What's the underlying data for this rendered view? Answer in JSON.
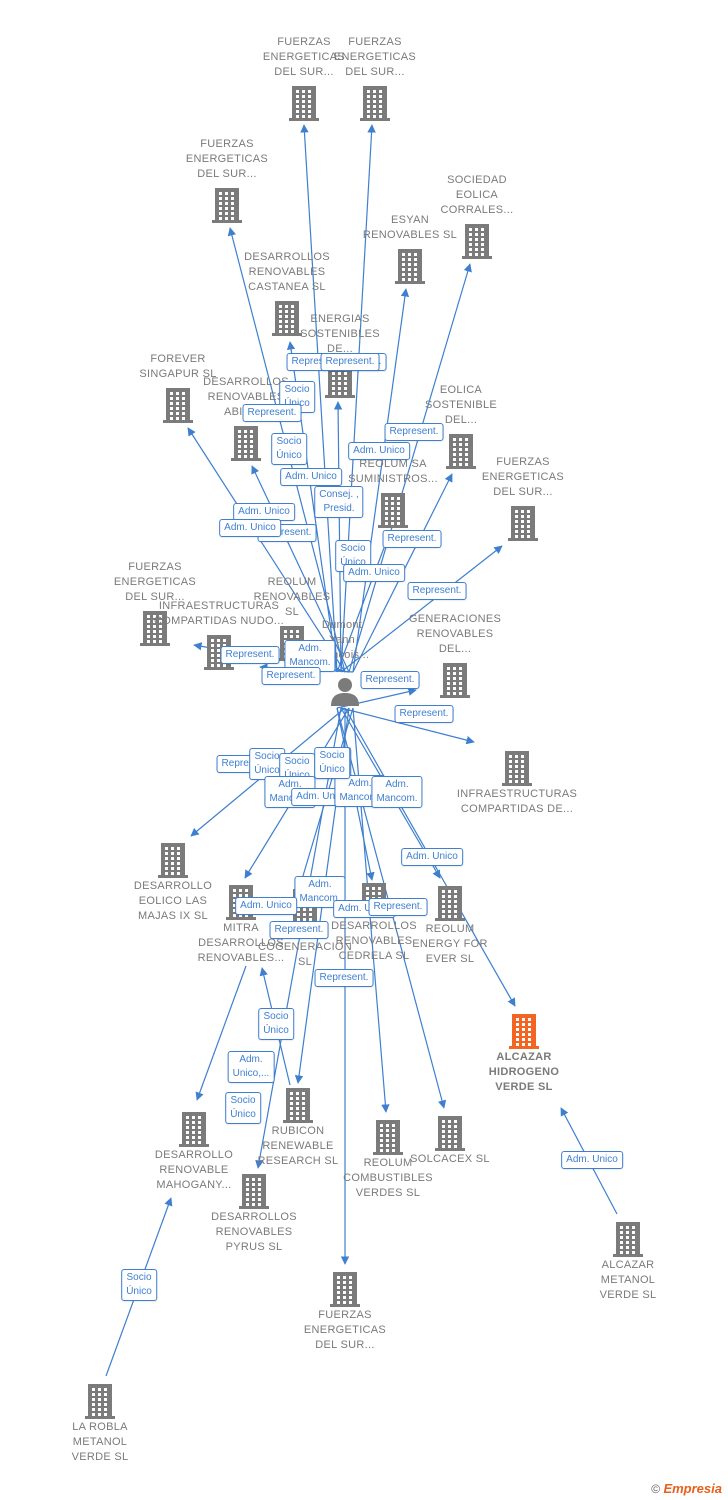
{
  "colors": {
    "edge": "#3e7fd0",
    "building": "#7b7b7b",
    "focus_building": "#f26522",
    "label": "#7a7a7a"
  },
  "center": {
    "label": "Dumont Yann Francois..."
  },
  "nodes": [
    {
      "id": "n1",
      "label": "FUERZAS ENERGETICAS DEL SUR..."
    },
    {
      "id": "n2",
      "label": "FUERZAS ENERGETICAS DEL SUR..."
    },
    {
      "id": "n3",
      "label": "FUERZAS ENERGETICAS DEL SUR..."
    },
    {
      "id": "n4",
      "label": "SOCIEDAD EOLICA CORRALES..."
    },
    {
      "id": "n5",
      "label": "ESYAN RENOVABLES SL"
    },
    {
      "id": "n6",
      "label": "DESARROLLOS RENOVABLES CASTANEA SL"
    },
    {
      "id": "n7",
      "label": "ENERGIAS SOSTENIBLES DE..."
    },
    {
      "id": "n8",
      "label": "FOREVER SINGAPUR SL"
    },
    {
      "id": "n9",
      "label": "DESARROLLOS RENOVABLES ABIES..."
    },
    {
      "id": "n10",
      "label": "EOLICA SOSTENIBLE DEL..."
    },
    {
      "id": "n11",
      "label": "REOLUM SA SUMINISTROS..."
    },
    {
      "id": "n12",
      "label": "FUERZAS ENERGETICAS DEL SUR..."
    },
    {
      "id": "n13",
      "label": "REOLUM RENOVABLES SL"
    },
    {
      "id": "n14",
      "label": "FUERZAS ENERGETICAS DEL SUR..."
    },
    {
      "id": "n15",
      "label": "INFRAESTRUCTURAS COMPARTIDAS NUDO..."
    },
    {
      "id": "n16",
      "label": "GENERACIONES RENOVABLES DEL..."
    },
    {
      "id": "n17",
      "label": "INFRAESTRUCTURAS COMPARTIDAS DE..."
    },
    {
      "id": "n18",
      "label": "DESARROLLO EOLICO LAS MAJAS IX SL"
    },
    {
      "id": "n19",
      "label": "MITRA DESARROLLOS RENOVABLES..."
    },
    {
      "id": "n20",
      "label": "REOLUM COGENERACION SL"
    },
    {
      "id": "n21",
      "label": "DESARROLLOS RENOVABLES CEDRELA SL"
    },
    {
      "id": "n22",
      "label": "REOLUM ENERGY FOR EVER SL"
    },
    {
      "id": "n23",
      "label": "ALCAZAR HIDROGENO VERDE SL"
    },
    {
      "id": "n24",
      "label": "DESARROLLO RENOVABLE MAHOGANY..."
    },
    {
      "id": "n25",
      "label": "RUBICON RENEWABLE RESEARCH SL"
    },
    {
      "id": "n26",
      "label": "REOLUM COMBUSTIBLES VERDES SL"
    },
    {
      "id": "n27",
      "label": "SOLCACEX SL"
    },
    {
      "id": "n28",
      "label": "DESARROLLOS RENOVABLES PYRUS SL"
    },
    {
      "id": "n29",
      "label": "ALCAZAR METANOL VERDE SL"
    },
    {
      "id": "n30",
      "label": "FUERZAS ENERGETICAS DEL SUR..."
    },
    {
      "id": "n31",
      "label": "LA ROBLA METANOL VERDE SL"
    }
  ],
  "relations": [
    "Represent.",
    "Represent.",
    "Socio Único",
    "Represent.",
    "Represent.",
    "Adm. Unico",
    "Socio Único",
    "Adm. Unico",
    "Consej. , Presid.",
    "Adm. Unico",
    "Represent.",
    "Adm. Unico",
    "Represent.",
    "Socio Único",
    "Adm. Unico",
    "Represent.",
    "Represent.",
    "Adm. Mancom.",
    "Represent.",
    "Represent.",
    "Represent.",
    "Represent.",
    "Socio Único",
    "Socio Único",
    "Socio Único",
    "Adm. Mancom.",
    "Adm. Unico",
    "Adm. Mancom.",
    "Adm. Unico",
    "Adm. Mancom.",
    "Adm. Mancom.",
    "Adm. Unico",
    "Adm. Unico",
    "Represent.",
    "Represent.",
    "Socio Único",
    "Adm. Unico,...",
    "Socio Único",
    "Socio Único",
    "Socio Único",
    "Adm. Unico",
    "Represent.",
    "Represent."
  ],
  "footer": {
    "copyright": "©",
    "brand": "Empresia"
  }
}
